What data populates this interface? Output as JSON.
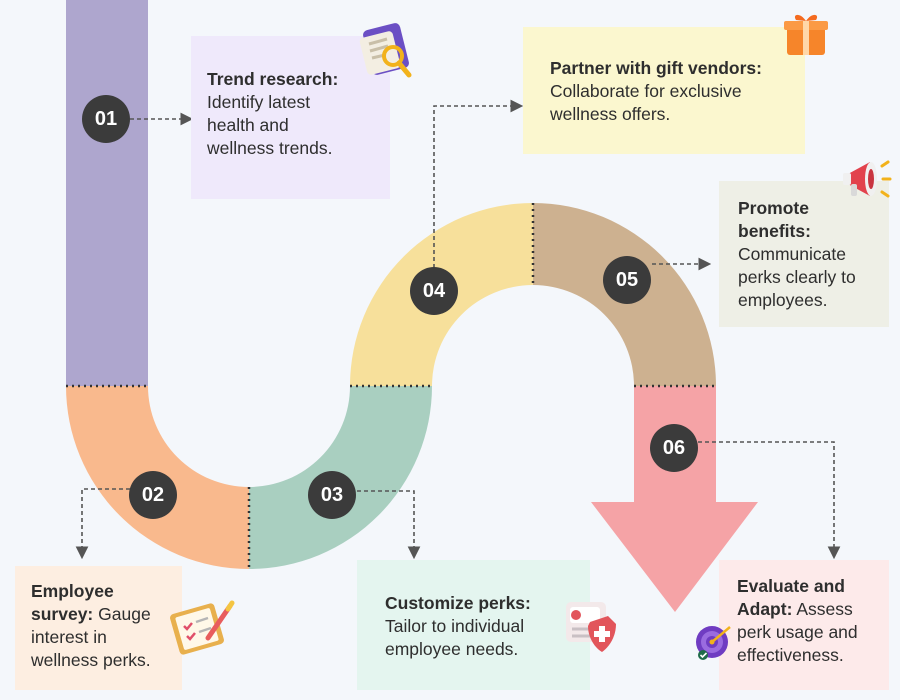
{
  "colors": {
    "step1": "#aea6ce",
    "step2": "#f9b98d",
    "step3": "#a9cfc0",
    "step4": "#f7e09b",
    "step5": "#cdb190",
    "step6": "#f5a3a6",
    "badge": "#3b3b3b",
    "connector": "#555555"
  },
  "steps": [
    {
      "number": "01",
      "title": "Trend research:",
      "text": "Identify latest health and wellness trends.",
      "icon": "search-document-icon"
    },
    {
      "number": "02",
      "title": "Employee survey:",
      "text": "Gauge interest in wellness perks.",
      "icon": "survey-clipboard-icon"
    },
    {
      "number": "03",
      "title": "Customize perks:",
      "text": "Tailor to individual employee needs.",
      "icon": "health-benefits-icon"
    },
    {
      "number": "04",
      "title": "Partner with gift vendors:",
      "text": "Collaborate for exclusive wellness offers.",
      "icon": "gift-box-icon"
    },
    {
      "number": "05",
      "title": "Promote benefits:",
      "text": "Communicate perks clearly to employees.",
      "icon": "megaphone-icon"
    },
    {
      "number": "06",
      "title": "Evaluate and Adapt:",
      "text": "Assess perk usage and effectiveness.",
      "icon": "target-icon"
    }
  ]
}
